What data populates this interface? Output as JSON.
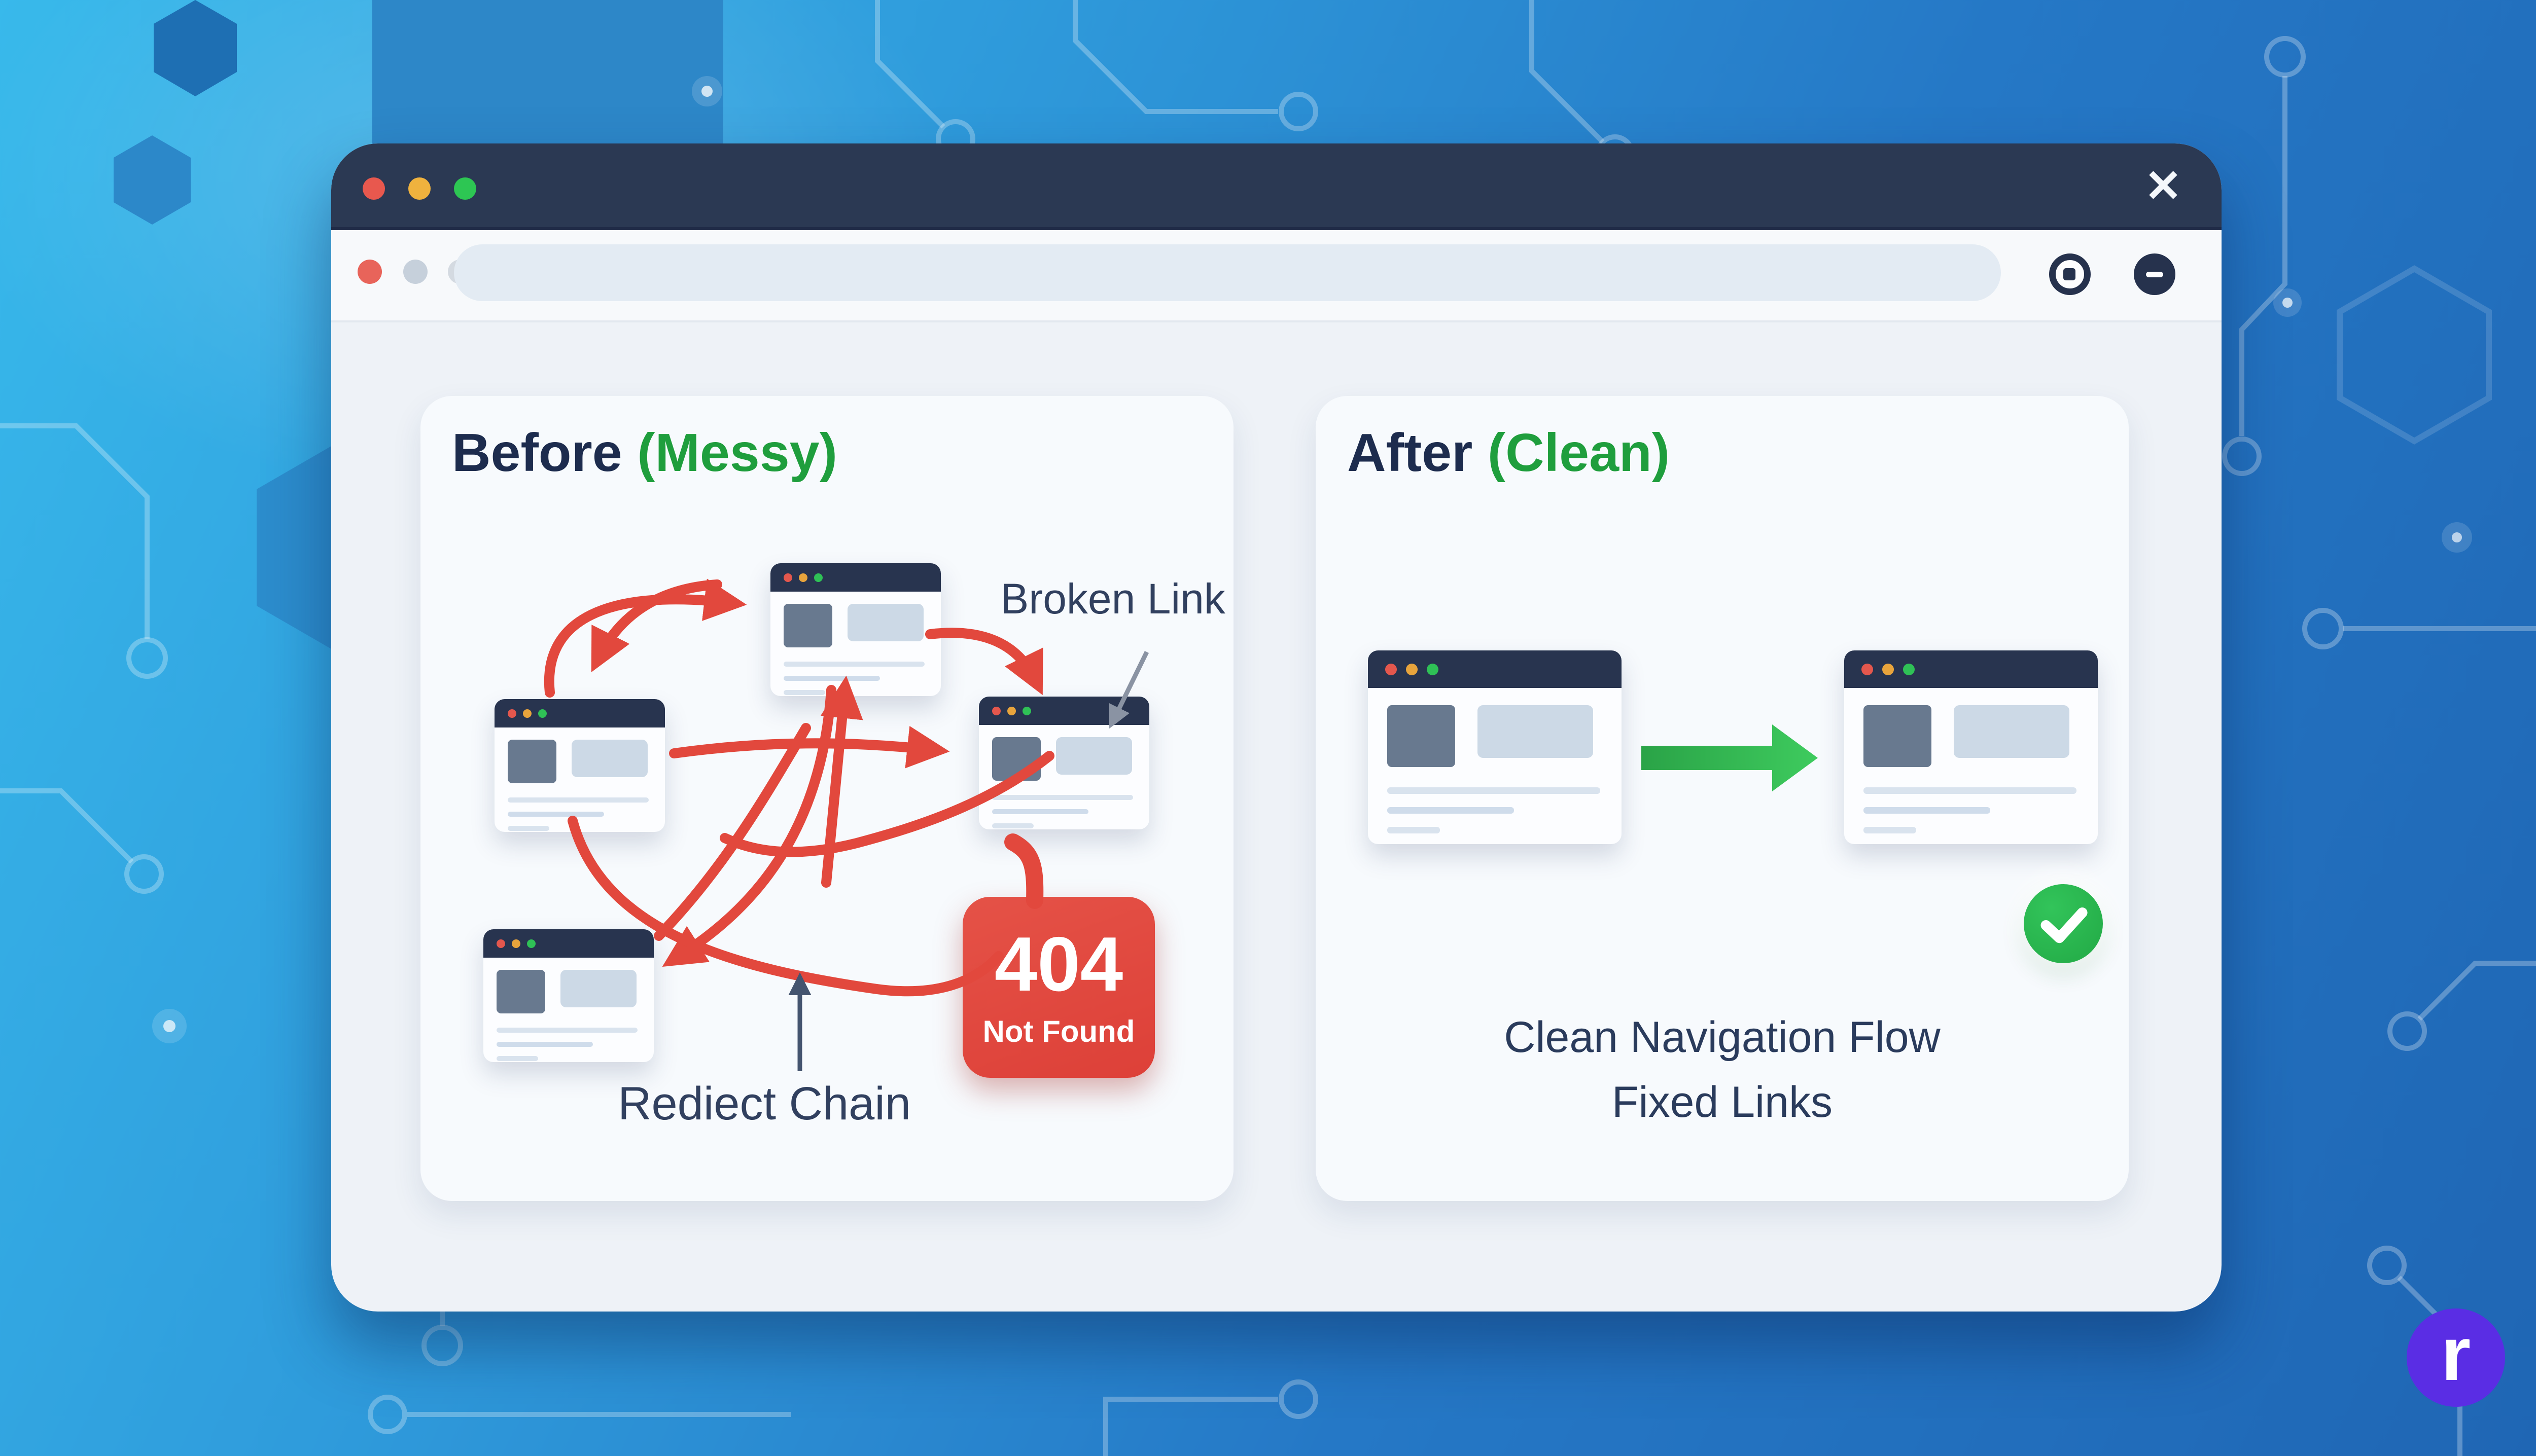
{
  "browser_window": {
    "titlebar": {
      "close_icon": "✕"
    },
    "toolbar": {
      "url_value": ""
    }
  },
  "before_panel": {
    "title": "Before",
    "qualifier": "(Messy)",
    "broken_link_label": "Broken Link",
    "redirect_chain_label": "Rediect Chain",
    "error_badge": {
      "code": "404",
      "message": "Not Found"
    }
  },
  "after_panel": {
    "title": "After",
    "qualifier": "(Clean)",
    "caption_line1": "Clean Navigation Flow",
    "caption_line2": "Fixed Links"
  },
  "brand": {
    "logo_letter": "r"
  },
  "icons": {
    "close": "✕",
    "minimize": "minus-bar",
    "record": "ring-dot",
    "check": "checkmark",
    "traffic_lights": [
      "red",
      "yellow",
      "green"
    ],
    "mini_card_dots": [
      "red",
      "yellow",
      "green"
    ]
  },
  "colors": {
    "error_red": "#e2483d",
    "badge_red": "#e0463e",
    "success_green": "#25b14a",
    "arrow_green": "#31b04e",
    "label_green": "#1f9e3d",
    "heading_navy": "#1d2c4e",
    "titlebar_navy": "#2b3953",
    "mini_header_navy": "#28344f",
    "logo_purple": "#5a2de4",
    "background_blue_top": "#36b7ea",
    "background_blue_bottom": "#1f66b4"
  }
}
